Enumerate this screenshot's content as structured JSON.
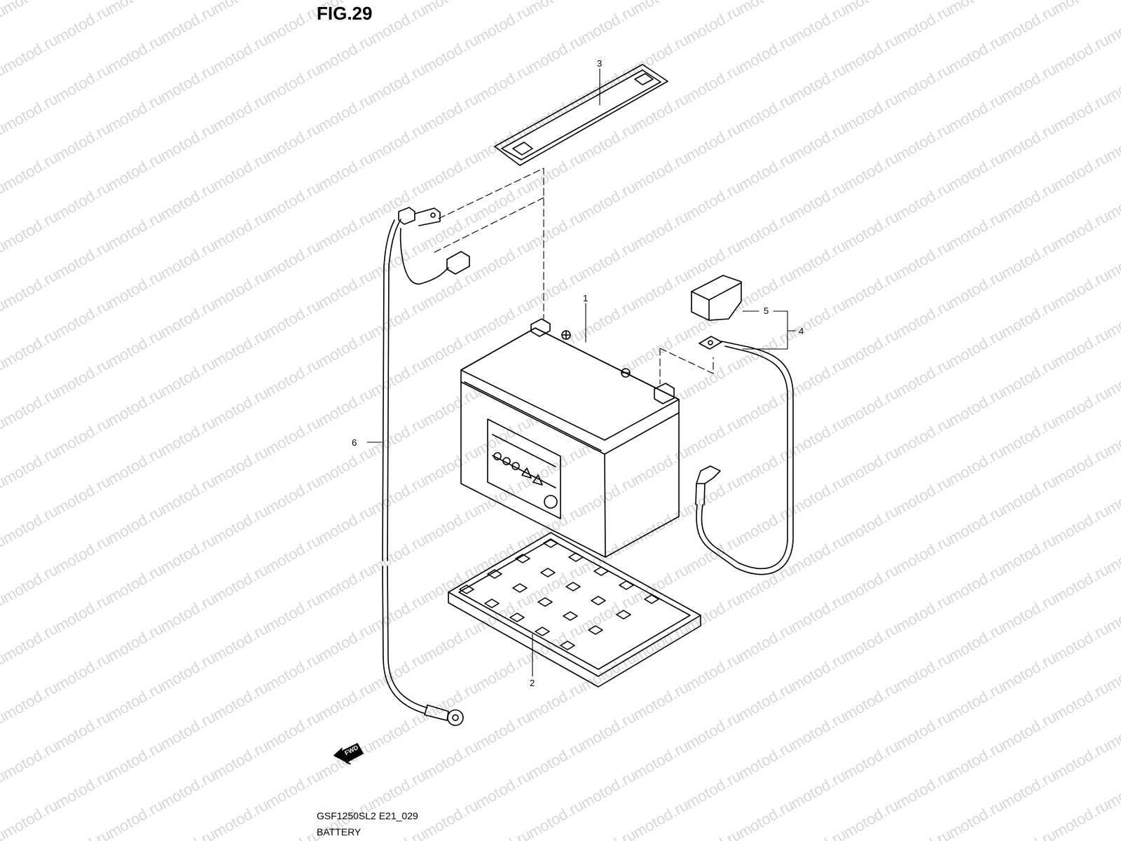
{
  "figure_title": "FIG.29",
  "watermark_text": "motod.ru",
  "parts": [
    {
      "ref": "1"
    },
    {
      "ref": "2"
    },
    {
      "ref": "3"
    },
    {
      "ref": "4"
    },
    {
      "ref": "5"
    },
    {
      "ref": "6"
    }
  ],
  "fwd_label": "FWD",
  "footer": {
    "code": "GSF1250SL2 E21_029",
    "caption": "BATTERY"
  }
}
